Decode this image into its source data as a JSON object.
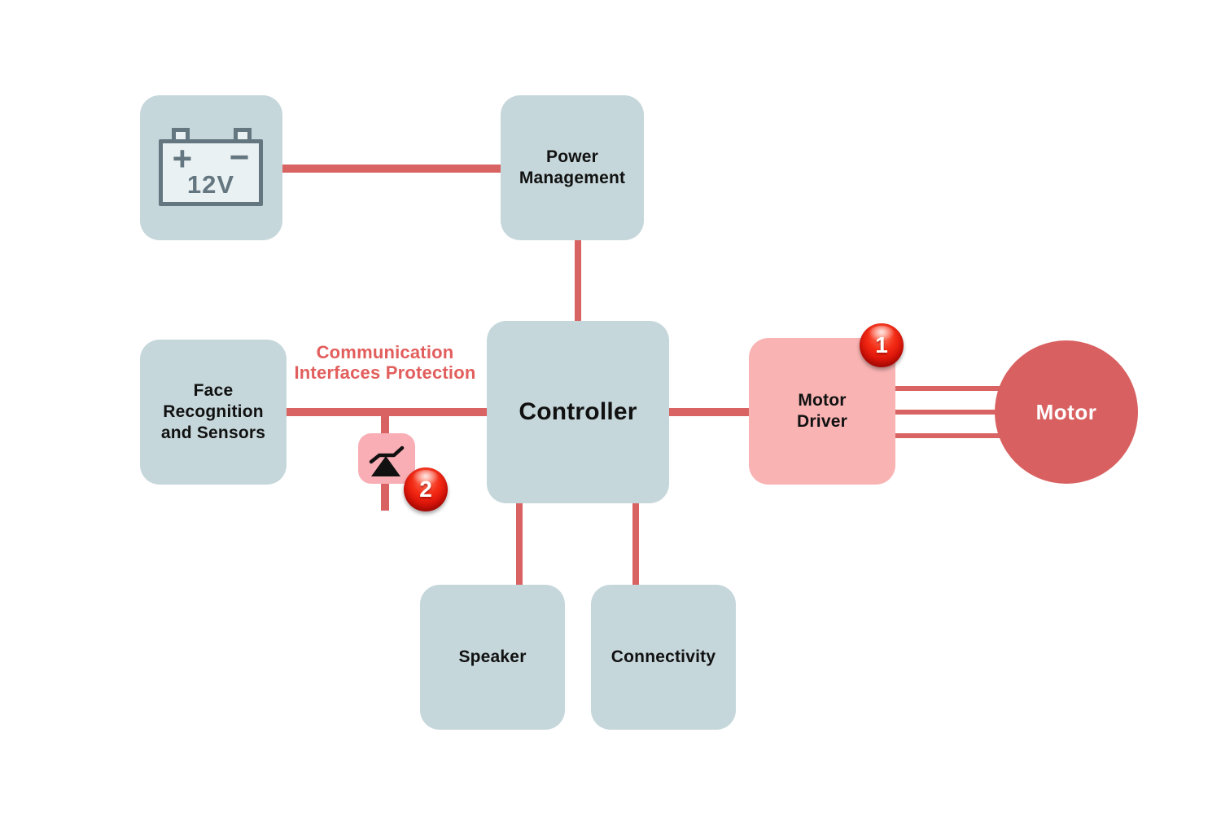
{
  "diagram": {
    "type": "block-diagram",
    "background": "#ffffff",
    "colors": {
      "node_fill": "#c6d7db",
      "pink_fill": "#f9b3b3",
      "diode_fill": "#f8aeb4",
      "connector": "#d96363",
      "motor_fill": "#d96060",
      "accent_text": "#e25e5d",
      "badge_red": "#dd150a",
      "battery_stroke": "#64767f",
      "label_text": "#111111"
    },
    "nodes": {
      "battery": {
        "label": "12V",
        "plus": "+",
        "minus": "−"
      },
      "power_management": {
        "label": "Power Management"
      },
      "controller": {
        "label": "Controller"
      },
      "face_recognition": {
        "label": "Face Recognition and Sensors"
      },
      "motor_driver": {
        "label": "Motor Driver",
        "badge": "1"
      },
      "motor": {
        "label": "Motor"
      },
      "speaker": {
        "label": "Speaker"
      },
      "connectivity": {
        "label": "Connectivity"
      }
    },
    "annotations": {
      "protection": {
        "label": "Communication Interfaces Protection",
        "badge": "2",
        "symbol": "tvs-diode-icon"
      }
    },
    "edges": [
      {
        "from": "battery",
        "to": "power_management"
      },
      {
        "from": "power_management",
        "to": "controller"
      },
      {
        "from": "face_recognition",
        "to": "controller"
      },
      {
        "from": "controller",
        "to": "motor_driver"
      },
      {
        "from": "controller",
        "to": "speaker"
      },
      {
        "from": "controller",
        "to": "connectivity"
      },
      {
        "from": "motor_driver",
        "to": "motor",
        "wires": 3
      },
      {
        "from": "face_recognition_bus",
        "to": "tvs_diode"
      }
    ]
  }
}
